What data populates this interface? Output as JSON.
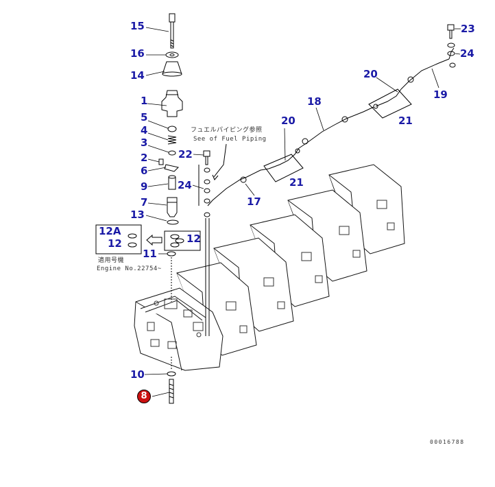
{
  "callout_color": "#1a1aa6",
  "highlight_color": "#cc1111",
  "highlight_part": "8",
  "callouts": {
    "p15": "15",
    "p16": "16",
    "p14": "14",
    "p1": "1",
    "p5": "5",
    "p4": "4",
    "p3": "3",
    "p2": "2",
    "p6": "6",
    "p9": "9",
    "p7": "7",
    "p13": "13",
    "p12a": "12A",
    "p12_left": "12",
    "p12_right": "12",
    "p11": "11",
    "p10": "10",
    "p22": "22",
    "p24_mid": "24",
    "p17": "17",
    "p20_mid": "20",
    "p21_mid": "21",
    "p18": "18",
    "p20_top": "20",
    "p21_top": "21",
    "p19": "19",
    "p23": "23",
    "p24_top": "24"
  },
  "notes": {
    "fuel_piping_jp": "フュエルパイピング参照",
    "fuel_piping_en": "See of Fuel Piping",
    "engine_jp": "適用号機",
    "engine_en": "Engine No.22754~"
  },
  "serial": "00016788"
}
